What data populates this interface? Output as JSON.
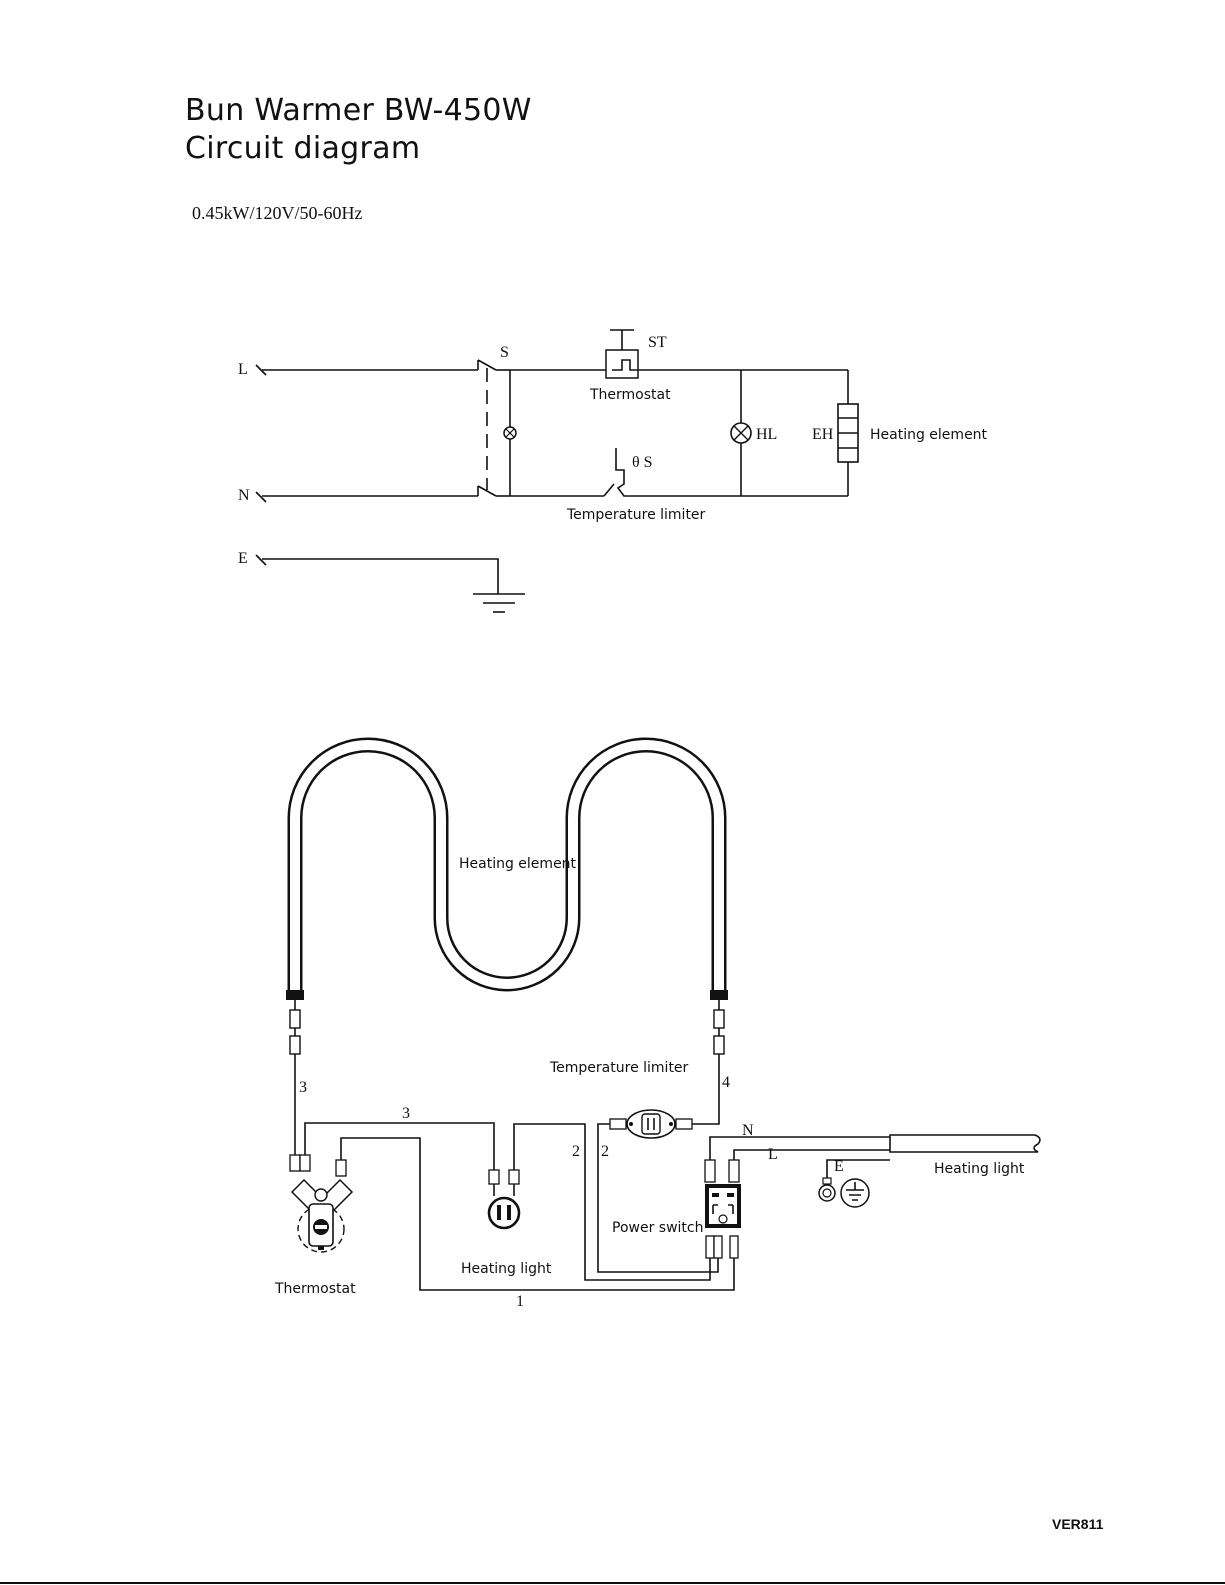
{
  "document": {
    "title_line1": "Bun Warmer BW-450W",
    "title_line2": "Circuit diagram",
    "spec": "0.45kW/120V/50-60Hz",
    "version": "VER811"
  },
  "schematic": {
    "terminal_L": "L",
    "terminal_N": "N",
    "terminal_E": "E",
    "switch_code": "S",
    "thermostat_code": "ST",
    "thermostat_label": "Thermostat",
    "limiter_code": "θ S",
    "limiter_label": "Temperature limiter",
    "lamp_code": "HL",
    "heater_code": "EH",
    "heater_label": "Heating element"
  },
  "wiring": {
    "heating_element_label": "Heating element",
    "temperature_limiter_label": "Temperature limiter",
    "thermostat_label": "Thermostat",
    "heating_light_label": "Heating light",
    "power_switch_label": "Power switch",
    "cord_label": "Heating light",
    "wire_N": "N",
    "wire_L": "L",
    "wire_E": "E",
    "wire_numbers": [
      "3",
      "3",
      "2",
      "2",
      "4",
      "1"
    ]
  }
}
